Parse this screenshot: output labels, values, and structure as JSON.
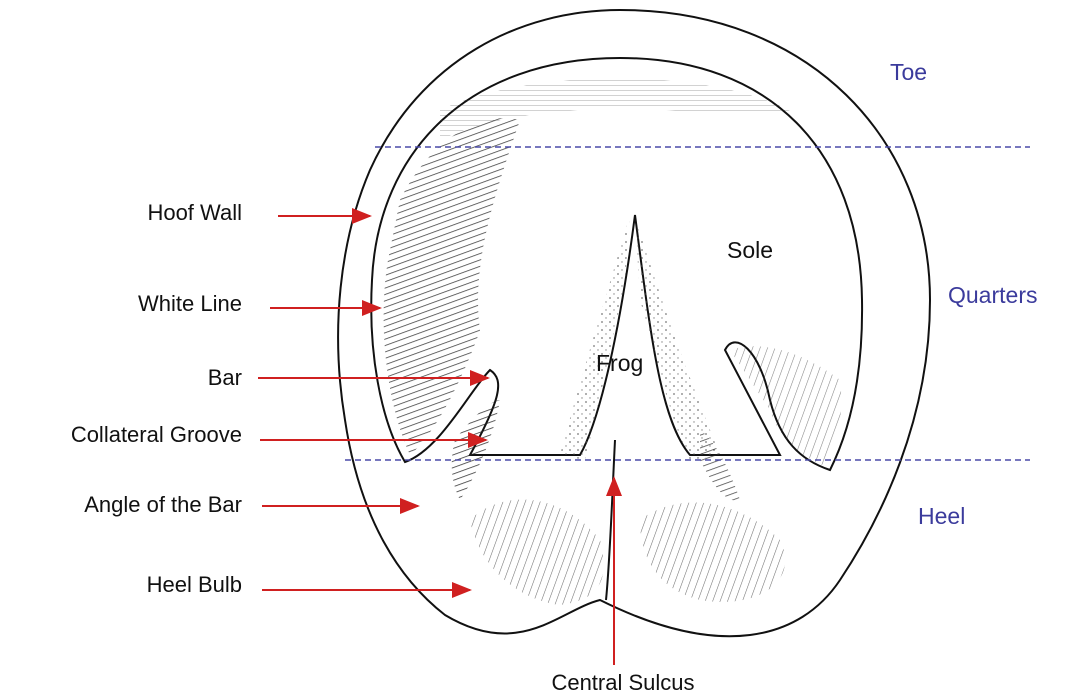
{
  "labels": {
    "hoof_wall": "Hoof Wall",
    "white_line": "White Line",
    "bar": "Bar",
    "collateral_groove": "Collateral Groove",
    "angle_of_bar": "Angle of the Bar",
    "heel_bulb": "Heel Bulb",
    "central_sulcus": "Central Sulcus",
    "sole": "Sole",
    "frog": "Frog"
  },
  "regions": {
    "toe": "Toe",
    "quarters": "Quarters",
    "heel": "Heel"
  },
  "colors": {
    "arrow": "#d02020",
    "region_text": "#3b3b9c",
    "divider": "#4a4aa8",
    "ink": "#111111"
  }
}
